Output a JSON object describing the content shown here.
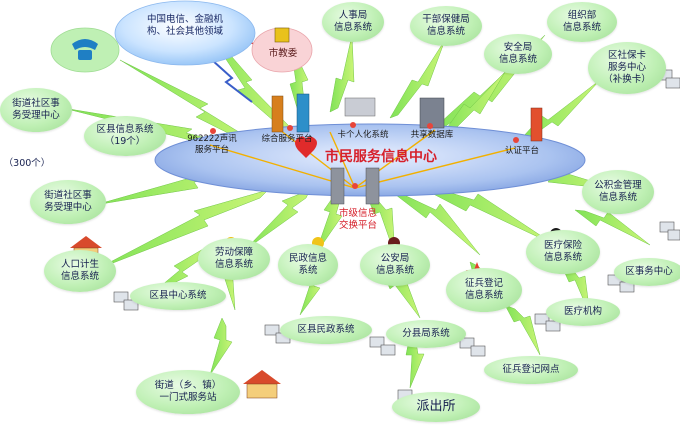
{
  "center": {
    "title": "市民服务信息中心",
    "exchange": "市级信息\n交换平台"
  },
  "inside": {
    "p962222": "962222声讯\n服务平台",
    "integrated": "综合服务平台",
    "card": "卡个人化系统",
    "shared": "共享数据库",
    "auth": "认证平台"
  },
  "nodes": {
    "telecom": "中国电信、金融机\n构、社会其他领域",
    "education": "市教委",
    "hr": "人事局\n信息系统",
    "cadre": "干部保健局\n信息系统",
    "organization": "组织部\n信息系统",
    "security_bureau": "安全局\n信息系统",
    "social_card": "区社保卡\n服务中心\n（补换卡）",
    "street_office1": "街道社区事\n务受理中心",
    "district_info": "区县信息系统\n（19个）",
    "count": "（300个）",
    "street_office2": "街道社区事\n务受理中心",
    "fund": "公积金管理\n信息系统",
    "population": "人口计生\n信息系统",
    "labor": "劳动保障\n信息系统",
    "civil": "民政信息\n系统",
    "police": "公安局\n信息系统",
    "medical_insurance": "医疗保险\n信息系统",
    "district_center": "区县中心系统",
    "conscription": "征兵登记\n信息系统",
    "affairs": "区事务中心",
    "hospital": "医疗机构",
    "district_civil": "区县民政系统",
    "branch_police": "分县局系统",
    "street_window": "街道（乡、镇）\n一门式服务站",
    "conscription_points": "征兵登记网点",
    "station": "派出所"
  }
}
